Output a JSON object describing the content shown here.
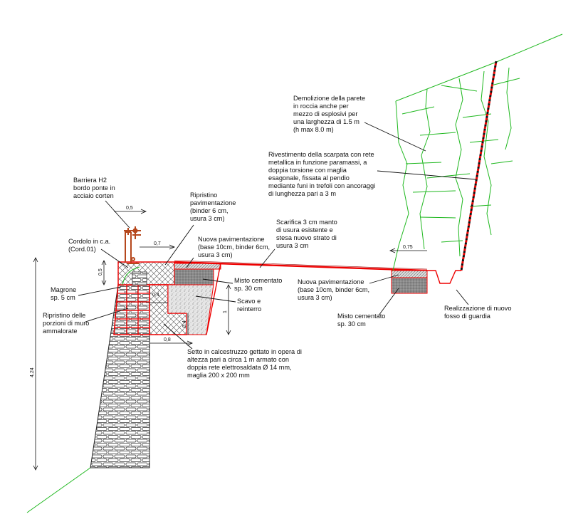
{
  "colors": {
    "red": "#ee0000",
    "green": "#1fb81f",
    "rust": "#b5471c",
    "ink": "#111111"
  },
  "labels": {
    "barriera": [
      "Barriera H2",
      "bordo ponte in",
      "acciaio corten"
    ],
    "ripristino_pav": [
      "Ripristino",
      "pavimentazione",
      "(binder 6 cm,",
      "usura 3 cm)"
    ],
    "cordolo": [
      "Cordolo in c.a.",
      "(Cord.01)"
    ],
    "nuova_pav_1": [
      "Nuova pavimentazione",
      "(base 10cm, binder 6cm,",
      "usura 3 cm)"
    ],
    "scarifica": [
      "Scarifica 3 cm manto",
      "di usura esistente e",
      "stesa nuovo strato di",
      "usura 3 cm"
    ],
    "misto_1": [
      "Misto cementato",
      "sp. 30 cm"
    ],
    "scavo": [
      "Scavo e",
      "reinterro"
    ],
    "magrone": [
      "Magrone",
      "sp. 5 cm"
    ],
    "ripristino_muro": [
      "Ripristino delle",
      "porzioni di muro",
      "ammalorate"
    ],
    "setto": [
      "Setto in calcestruzzo gettato in opera di",
      "altezza pari a circa 1 m armato con",
      "doppia rete elettrosaldata Ø 14 mm,",
      "maglia 200 x 200 mm"
    ],
    "nuova_pav_2": [
      "Nuova pavimentazione",
      "(base 10cm, binder 6cm,",
      "usura 3 cm)"
    ],
    "misto_2": [
      "Misto cementato",
      "sp. 30 cm"
    ],
    "fosso": [
      "Realizzazione di nuovo",
      "fosso di guardia"
    ],
    "demolizione": [
      "Demolizione della parete",
      "in roccia anche per",
      "mezzo di esplosivi per",
      "una larghezza di 1.5 m",
      "(h max 8.0 m)"
    ],
    "rivestimento": [
      "Rivestimento della scarpata con rete",
      "metallica in funzione paramassi, a",
      "doppia torsione con maglia",
      "esagonale, fissata al pendio",
      "mediante funi in trefoli con ancoraggi",
      "di lunghezza pari a 3 m"
    ]
  },
  "dimensions": {
    "barrier_width": "0,5",
    "cordolo_offset": "0,7",
    "cordolo_height": "0,5",
    "wall_height": "4,24",
    "setto_height": "1",
    "step_height": "0,4",
    "setto_width": "0,8",
    "inner_step": "0,4",
    "ditch_offset": "0,75"
  }
}
